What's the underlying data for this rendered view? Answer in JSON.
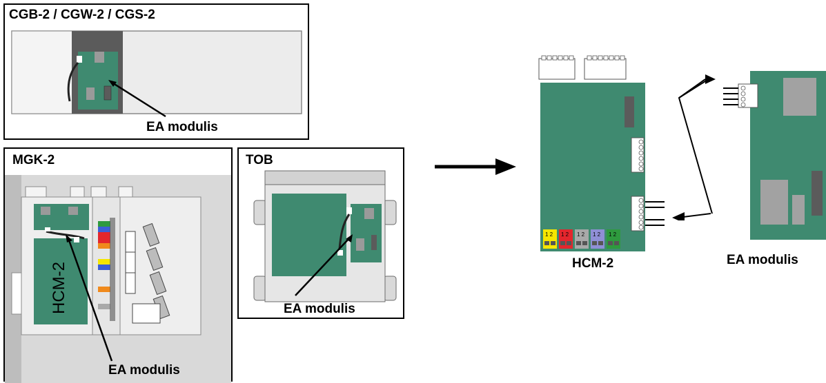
{
  "panels": {
    "cgb": {
      "title": "CGB-2 / CGW-2 / CGS-2",
      "module_label": "EA modulis"
    },
    "mgk": {
      "title": "MGK-2",
      "board_label": "HCM-2",
      "module_label": "EA modulis"
    },
    "tob": {
      "title": "TOB",
      "module_label": "EA modulis"
    }
  },
  "right": {
    "hcm_label": "HCM-2",
    "ea_label": "EA modulis",
    "terminals": [
      "1 2",
      "1 2",
      "1 2",
      "1 2",
      "1 2"
    ],
    "terminal_colors": [
      "#f5e600",
      "#e3262d",
      "#a9a9a9",
      "#8f8fd6",
      "#2e9a3e"
    ]
  },
  "colors": {
    "board_green": "#3f8a70",
    "frame_grey": "#d8d8d8",
    "dark_grey": "#5b5b5b"
  }
}
